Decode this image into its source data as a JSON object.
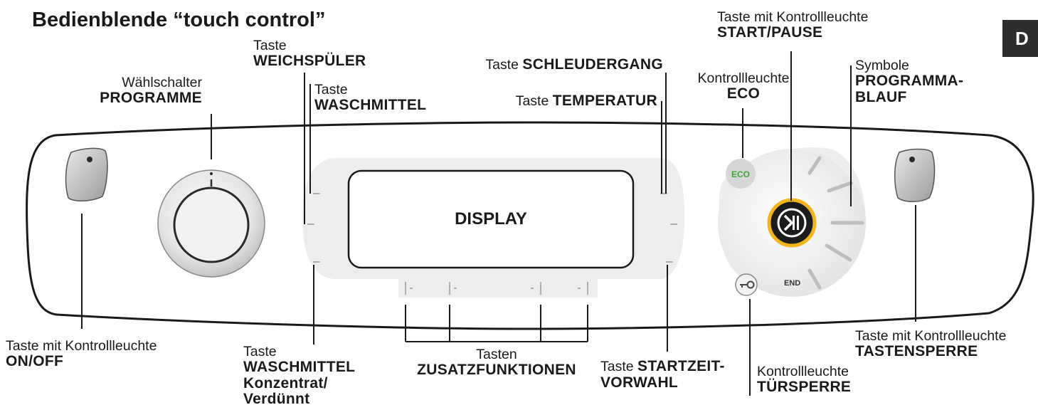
{
  "title": "Bedienblende “touch control”",
  "language_tab": "D",
  "display_text": "DISPLAY",
  "eco_icon_text": "ECO",
  "end_text": "END",
  "labels": {
    "programme": {
      "line1": "Wählschalter",
      "line2": "PROGRAMME"
    },
    "weichspueler": {
      "line1": "Taste",
      "line2": "WEICHSPÜLER"
    },
    "waschmittel": {
      "line1": "Taste",
      "line2": "WASCHMITTEL"
    },
    "schleudergang": {
      "line1": "Taste ",
      "line2": "SCHLEUDERGANG"
    },
    "temperatur": {
      "line1": "Taste ",
      "line2": "TEMPERATUR"
    },
    "eco": {
      "line1": "Kontrollleuchte",
      "line2": "ECO"
    },
    "start_pause": {
      "line1": "Taste mit Kontrollleuchte",
      "line2": "START/PAUSE"
    },
    "programmablauf": {
      "line1": "Symbole",
      "line2": "PROGRAMMA-",
      "line3": "BLAUF"
    },
    "on_off": {
      "line1": "Taste mit Kontrollleuchte",
      "line2": "ON/OFF"
    },
    "waschmittel_konz": {
      "line1": "Taste",
      "line2": "WASCHMITTEL",
      "line3": "Konzentrat/",
      "line4": "Verdünnt"
    },
    "zusatzfunktionen": {
      "line1": "Tasten",
      "line2": "ZUSATZFUNKTIONEN"
    },
    "startzeit": {
      "line1": "Taste ",
      "line2": "STARTZEIT-",
      "line3": "VORWAHL"
    },
    "tuersperre": {
      "line1": "Kontrollleuchte",
      "line2": "TÜRSPERRE"
    },
    "tastensperre": {
      "line1": "Taste mit Kontrollleuchte",
      "line2": "TASTENSPERRE"
    }
  },
  "colors": {
    "start_ring": "#f2b51c",
    "eco_green": "#3fa535",
    "panel_outline": "#1a1a1a"
  }
}
